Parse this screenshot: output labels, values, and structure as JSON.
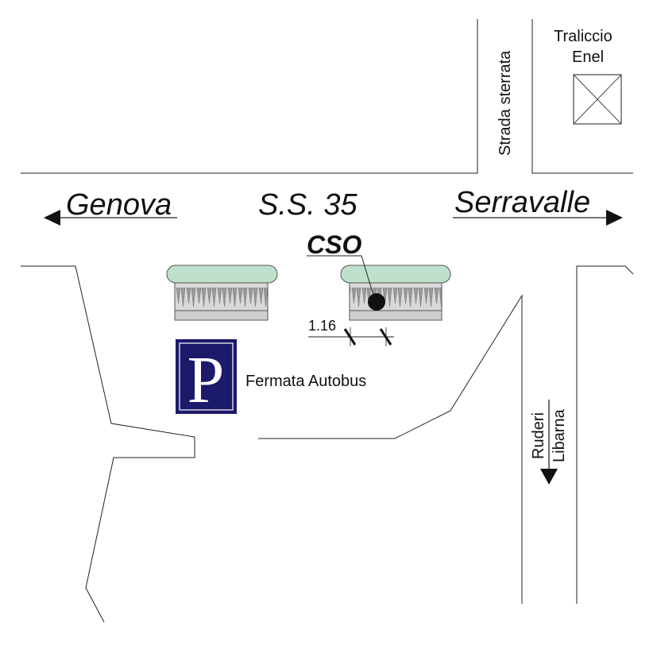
{
  "labels": {
    "genova": "Genova",
    "road_name": "S.S. 35",
    "serravalle": "Serravalle",
    "cso": "CSO",
    "dimension": "1.16",
    "bus_stop": "Fermata Autobus",
    "dirt_road": "Strada sterrata",
    "pylon_line1": "Traliccio",
    "pylon_line2": "Enel",
    "ruins_line1": "Ruderi",
    "ruins_line2": "Libarna"
  },
  "parking_sign": {
    "letter": "P",
    "color": "#1c1a6a"
  },
  "colors": {
    "shelter_roof": "#bfe0cc",
    "shelter_body": "#d4d4d4",
    "lines": "#222222"
  },
  "icons": [
    "arrow-left-icon",
    "arrow-right-icon",
    "arrow-down-icon",
    "pylon-icon",
    "parking-icon",
    "cso-marker-icon"
  ]
}
